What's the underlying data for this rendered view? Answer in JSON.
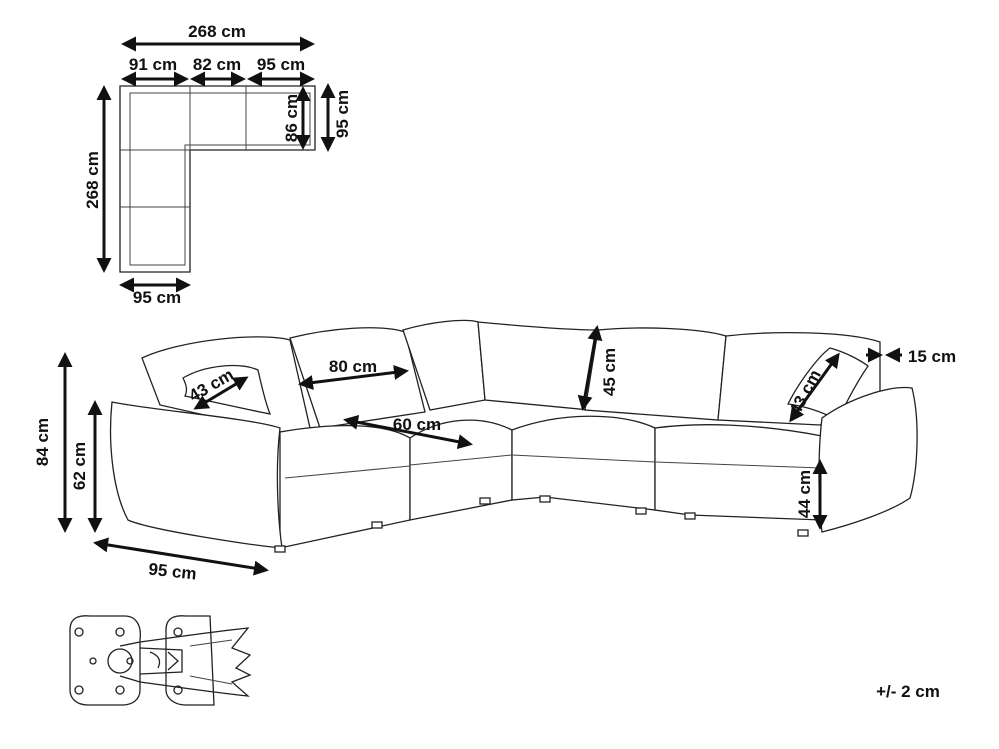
{
  "top_view": {
    "total_width": "268 cm",
    "seg1": "91 cm",
    "seg2": "82 cm",
    "seg3": "95 cm",
    "total_depth": "268 cm",
    "inner_depth": "86 cm",
    "outer_depth": "95 cm",
    "bottom_width": "95 cm"
  },
  "side_view": {
    "height_total": "84 cm",
    "arm_height": "62 cm",
    "depth": "95 cm",
    "pillow_left": "43 cm",
    "back_width": "80 cm",
    "seat_depth": "60 cm",
    "back_height": "45 cm",
    "pillow_right": "43 cm",
    "arm_width": "15 cm",
    "seat_height": "44 cm"
  },
  "tolerance": "+/- 2 cm"
}
